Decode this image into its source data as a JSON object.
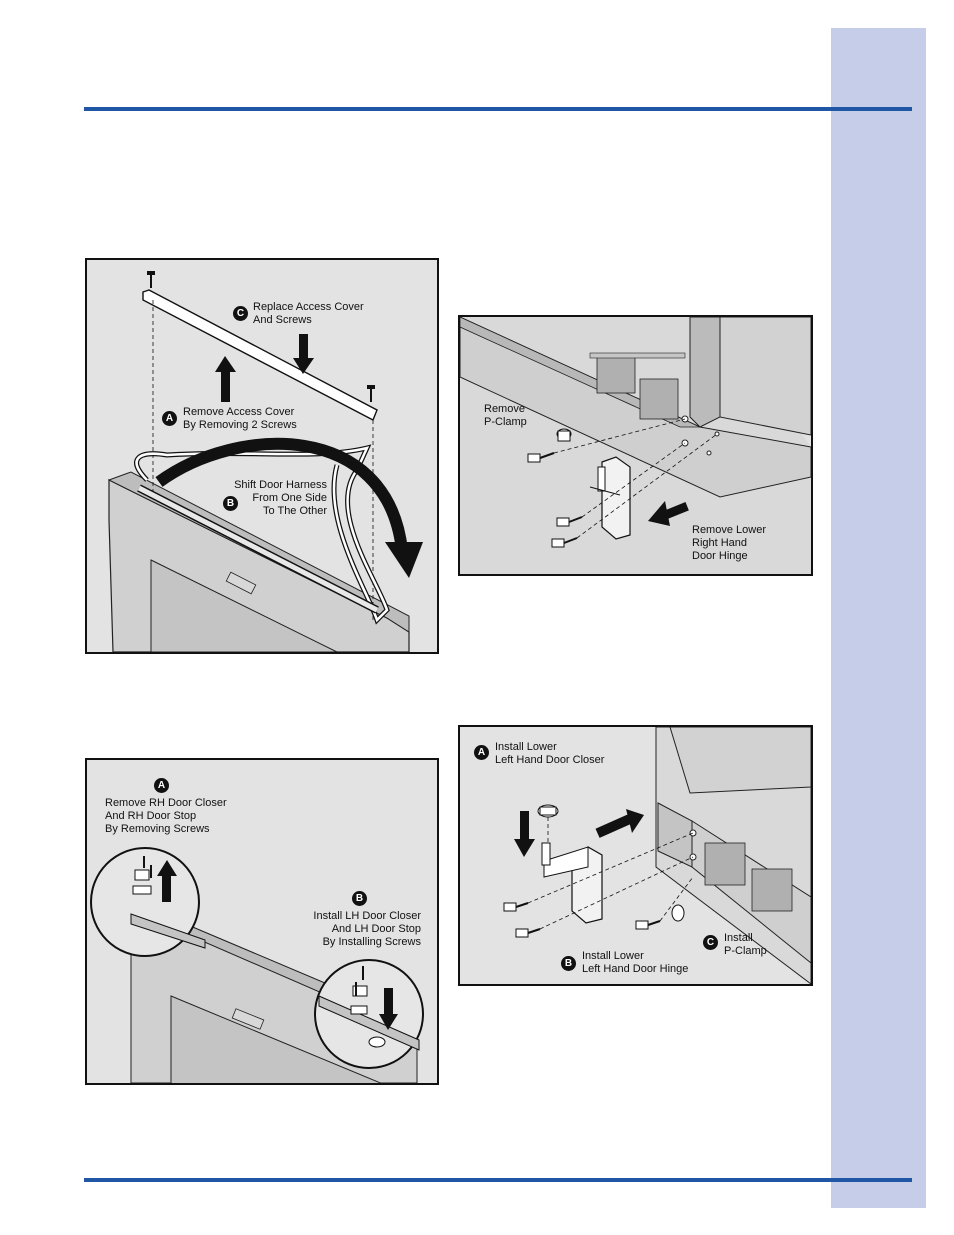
{
  "fig1": {
    "step_c": {
      "badge": "C",
      "text": "Replace Access Cover\nAnd Screws"
    },
    "step_a": {
      "badge": "A",
      "text": "Remove Access Cover\nBy Removing 2 Screws"
    },
    "step_b": {
      "badge": "B",
      "text": "Shift Door Harness\nFrom One Side\nTo The Other"
    }
  },
  "fig2": {
    "pclamp": "Remove\nP-Clamp",
    "hinge": "Remove Lower\nRight Hand\nDoor Hinge"
  },
  "fig3": {
    "step_a": {
      "badge": "A",
      "text": "Remove RH Door Closer\nAnd RH Door Stop\nBy Removing Screws"
    },
    "step_b": {
      "badge": "B",
      "text": "Install LH Door Closer\nAnd LH Door Stop\nBy Installing Screws"
    }
  },
  "fig4": {
    "step_a": {
      "badge": "A",
      "text": "Install Lower\nLeft Hand Door Closer"
    },
    "step_b": {
      "badge": "B",
      "text": "Install Lower\nLeft Hand Door Hinge"
    },
    "step_c": {
      "badge": "C",
      "text": "Install\nP-Clamp"
    }
  },
  "colors": {
    "rule": "#1f56a6",
    "side_tab": "#c5cde9",
    "figure_bg": "#e3e3e3"
  }
}
